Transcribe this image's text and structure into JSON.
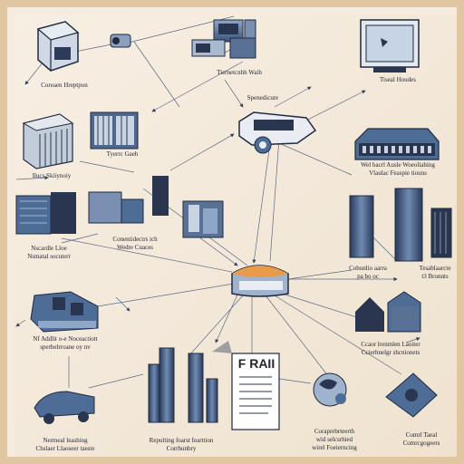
{
  "colors": {
    "background": "#f5ecdf",
    "frame": "#e0c7a2",
    "node_dark": "#2a3550",
    "node_blue": "#4d6c96",
    "node_light": "#9fb3cf",
    "line": "#5a6a84",
    "accent_orange": "#e99a4a"
  },
  "labels": {
    "top_left": "Coreaen Hreptpon",
    "top_center": "Tiernetcnhh Waih",
    "top_right": "Tiseal Houdes",
    "center_upper": "Spenedicure",
    "left_mid": "Tyerrc Gaeh",
    "left_small": "Ilucs Skiiynoiy",
    "right_mid_1": "Wel bacrl Ausle Woeoliahing",
    "right_mid_2": "Vlaulac Feaspie tiouns",
    "left_lower_1": "Nscardle Lloe",
    "left_lower_2": "Nsmatal socuterr",
    "center_left_1": "Conentidectrs ich",
    "center_left_2": "Wedre Cuaces",
    "right_lower_a1": "Cobunlio aarra",
    "right_lower_a2": "pa bo oc",
    "right_lower_b1": "Tesablaarcte",
    "right_lower_b2": "t3 Bronnts",
    "bottom_left_1": "Nf Addlit o-e Noceactiott",
    "bottom_left_2": "sperhelrroane oy nv",
    "right_bottom_1": "Ccaor lrenmlen Laoiter",
    "right_bottom_2": "Ccierhnelgr shcnionets",
    "document_title": "F RAII",
    "center_bottom_1": "Repulting foarst fearttion",
    "center_bottom_2": "Corrhunbry",
    "bottom_left_corner_1": "Nermeal leashing",
    "bottom_left_corner_2": "Chslaer Llaoseer taeste",
    "bottom_center_right_1": "Coraprebrteerth",
    "bottom_center_right_2": "wid selcsrhied",
    "bottom_center_right_3": "wirel Foeierncing",
    "bottom_right_1": "Comrl Taeal",
    "bottom_right_2": "Comrcgogeers"
  }
}
